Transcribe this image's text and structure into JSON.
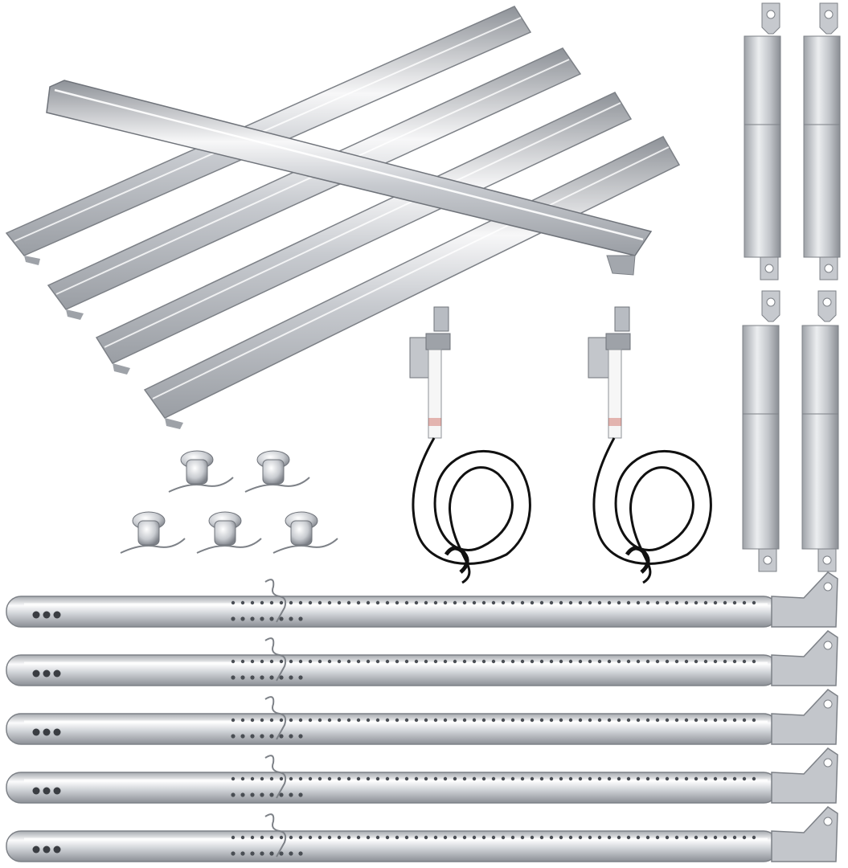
{
  "colors": {
    "background": "#ffffff",
    "steel_light": "#f4f4f6",
    "steel_mid": "#c9ccd1",
    "steel_dark": "#8d9197",
    "steel_edge": "#6f737a",
    "hole": "#3a3d42",
    "cable": "#111111",
    "ceramic": "#f6f6f6"
  },
  "counts": {
    "heat_plates": 5,
    "crossover_tubes": 4,
    "igniter_electrodes": 2,
    "burner_clips": 5,
    "burner_tubes": 5
  }
}
